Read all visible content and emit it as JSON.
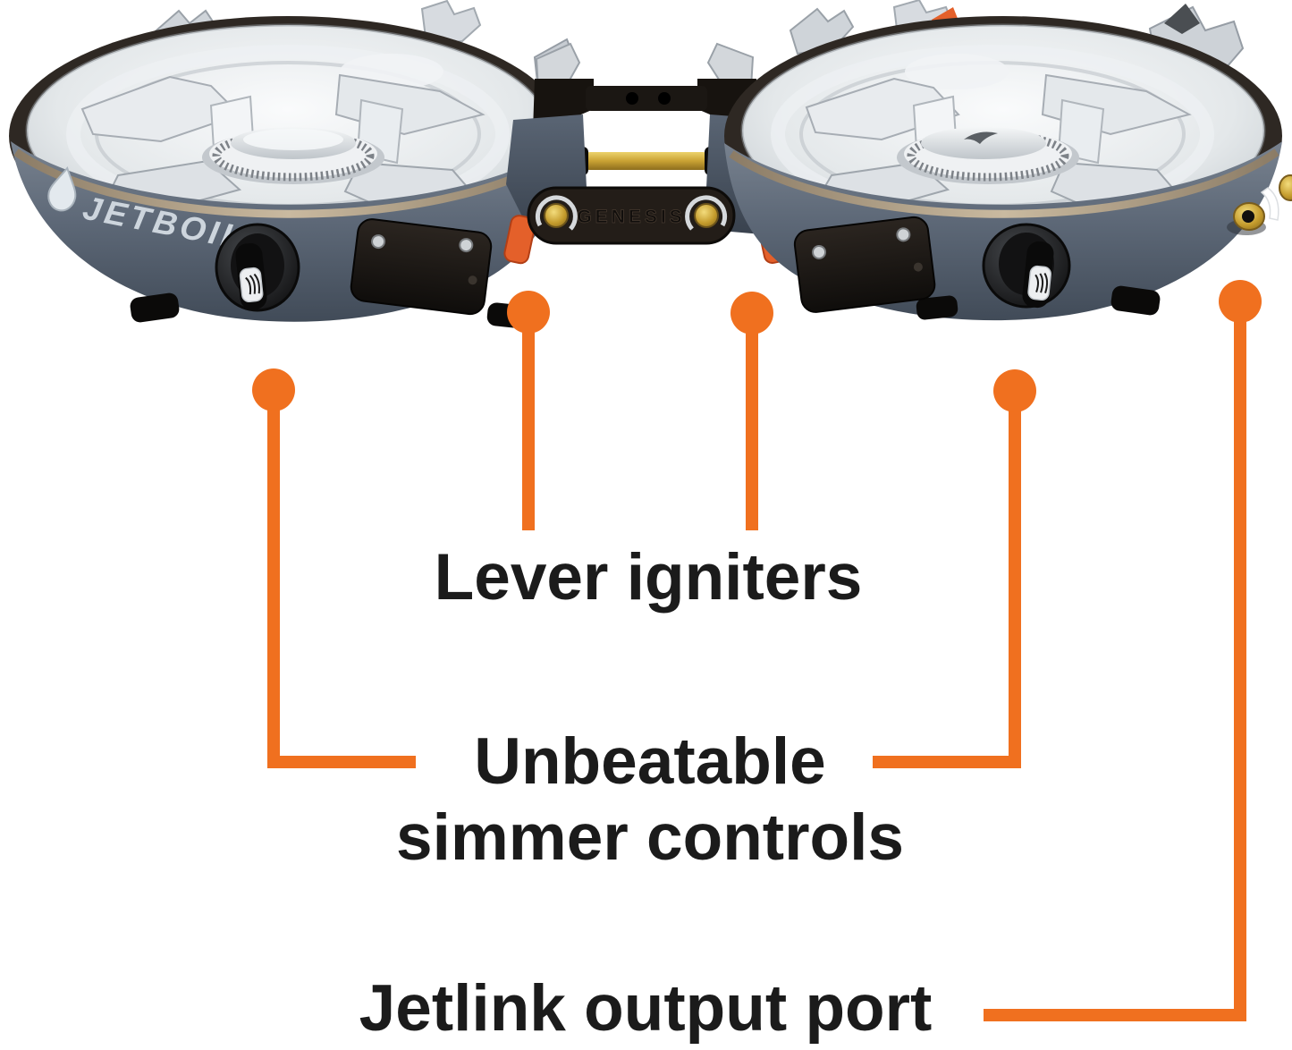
{
  "figure": {
    "type": "product-feature-callout",
    "background": "#FFFFFF"
  },
  "product": {
    "brand": "JETBOIL",
    "model_embossed": "GENESIS"
  },
  "callouts": [
    {
      "id": "lever-igniters",
      "label": "Lever igniters",
      "dot_count": 2
    },
    {
      "id": "simmer-controls",
      "label_line1": "Unbeatable",
      "label_line2": "simmer controls",
      "dot_count": 2
    },
    {
      "id": "jetlink-output-port",
      "label": "Jetlink output port",
      "dot_count": 1
    }
  ],
  "colors": {
    "accent_orange": "#F0701F",
    "lever_orange": "#E4602A",
    "text_black": "#1B1B1B",
    "body_slate": "#5D6877",
    "rim_dark": "#2E2823",
    "chrome_silver": "#E6E9EB",
    "brass_gold": "#C9A233",
    "logo_silver": "#CdD5DD"
  },
  "icons": {
    "logo_drop": "drop-icon",
    "knob_badge": "flame-icon",
    "cap_logo": "flame-swoosh-icon"
  }
}
